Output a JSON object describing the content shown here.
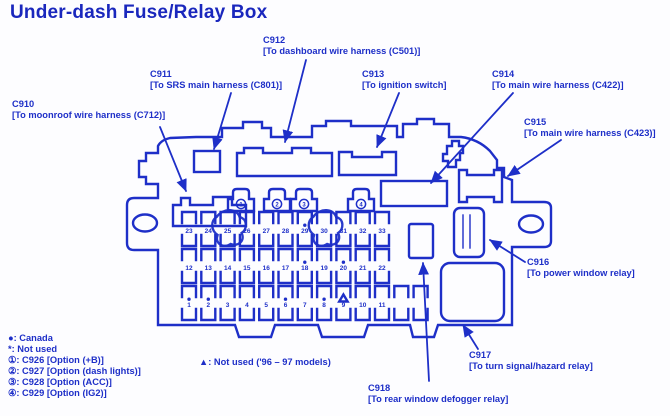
{
  "title": "Under-dash Fuse/Relay Box",
  "colors": {
    "ink": "#1e2fc8",
    "title_ink": "#1a27bd",
    "background": "#fdfdff"
  },
  "labels": {
    "c910": {
      "code": "C910",
      "desc": "[To moonroof wire harness (C712)]"
    },
    "c911": {
      "code": "C911",
      "desc": "[To SRS main harness (C801)]"
    },
    "c912": {
      "code": "C912",
      "desc": "[To dashboard wire harness (C501)]"
    },
    "c913": {
      "code": "C913",
      "desc": "[To ignition switch]"
    },
    "c914": {
      "code": "C914",
      "desc": "[To main wire harness (C422)]"
    },
    "c915": {
      "code": "C915",
      "desc": "[To main wire harness (C423)]"
    },
    "c916": {
      "code": "C916",
      "desc": "[To power window relay]"
    },
    "c917": {
      "code": "C917",
      "desc": "[To turn signal/hazard relay]"
    },
    "c918": {
      "code": "C918",
      "desc": "[To rear window defogger relay]"
    }
  },
  "legend": {
    "lines": [
      "●: Canada",
      "*: Not used",
      "①: C926 [Option (+B)]",
      "②: C927 [Option (dash lights)]",
      "③: C928 [Option (ACC)]",
      "④: C929 [Option (IG2)]"
    ],
    "triangle_note": "▲: Not used ('96 – 97 models)"
  },
  "option_connectors": [
    "1",
    "2",
    "3",
    "4"
  ],
  "fuse_box": {
    "rows": [
      {
        "slots": [
          {
            "n": "23"
          },
          {
            "n": "24"
          },
          {
            "n": "25",
            "blob": true
          },
          {
            "n": "26"
          },
          {
            "n": "27"
          },
          {
            "n": "28"
          },
          {
            "n": "29",
            "dot": true
          },
          {
            "n": "30",
            "blob": true
          },
          {
            "n": "31"
          },
          {
            "n": "32"
          },
          {
            "n": "33"
          }
        ]
      },
      {
        "slots": [
          {
            "n": "12"
          },
          {
            "n": "13"
          },
          {
            "n": "14"
          },
          {
            "n": "15"
          },
          {
            "n": "16"
          },
          {
            "n": "17"
          },
          {
            "n": "18",
            "dot": true
          },
          {
            "n": "19"
          },
          {
            "n": "20",
            "dot": true
          },
          {
            "n": "21"
          },
          {
            "n": "22"
          }
        ]
      },
      {
        "slots": [
          {
            "n": "1",
            "dot": true
          },
          {
            "n": "2",
            "dot": true
          },
          {
            "n": "3"
          },
          {
            "n": "4"
          },
          {
            "n": "5"
          },
          {
            "n": "6",
            "dot": true
          },
          {
            "n": "7"
          },
          {
            "n": "8",
            "dot": true
          },
          {
            "n": "9",
            "tri": true
          },
          {
            "n": "10"
          },
          {
            "n": "11"
          },
          {
            "n": ""
          },
          {
            "n": ""
          }
        ]
      }
    ]
  }
}
